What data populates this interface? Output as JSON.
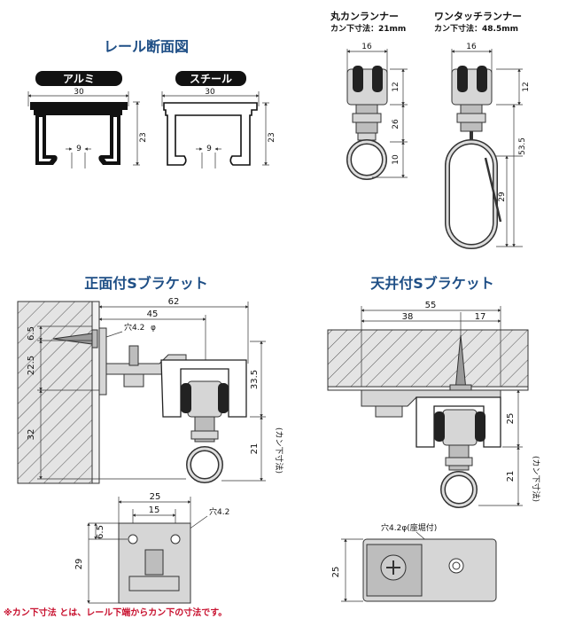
{
  "titles": {
    "rail_section": "レール断面図",
    "front_bracket": "正面付Sブラケット",
    "ceiling_bracket": "天井付Sブラケット"
  },
  "rail": {
    "aluminum_label": "アルミ",
    "steel_label": "スチール",
    "width": "30",
    "height": "23",
    "slot": "9"
  },
  "runners": {
    "round_title": "丸カンランナー",
    "round_sub": "カン下寸法：21mm",
    "one_touch_title": "ワンタッチランナー",
    "one_touch_sub": "カン下寸法：48.5mm",
    "width": "16",
    "d12": "12",
    "d26": "26",
    "d10": "10",
    "d53_5": "53.5",
    "d29": "29"
  },
  "front": {
    "d62": "62",
    "d45": "45",
    "hole": "穴4.2",
    "phi": "φ",
    "d6_5": "6.5",
    "d22_5": "22.5",
    "d32": "32",
    "d33_5": "33.5",
    "d21": "21",
    "kan_label": "(カン下寸法)",
    "plate_w25": "25",
    "plate_w15": "15",
    "plate_hole": "穴4.2",
    "plate_d6_5": "6.5",
    "plate_h29": "29"
  },
  "ceiling": {
    "d55": "55",
    "d38": "38",
    "d17": "17",
    "d25": "25",
    "d21": "21",
    "kan_label": "(カン下寸法)",
    "plate_hole": "穴4.2φ(座堀付)",
    "plate_h25": "25"
  },
  "footnote": "※カン下寸法 とは、レール下端からカン下の寸法です。"
}
